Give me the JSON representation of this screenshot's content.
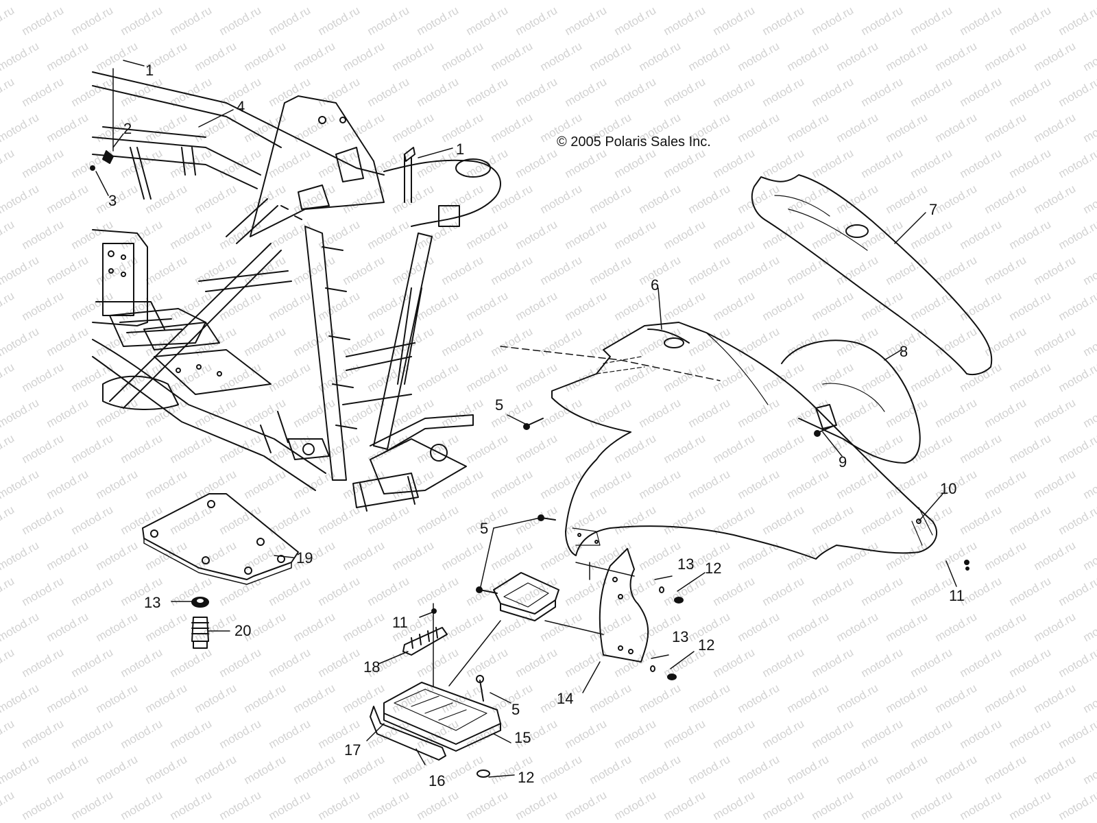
{
  "copyright": "© 2005 Polaris Sales Inc.",
  "watermark_text": "motod.ru",
  "callouts": [
    "1",
    "2",
    "3",
    "4",
    "1",
    "7",
    "6",
    "8",
    "5",
    "9",
    "10",
    "5",
    "13",
    "12",
    "11",
    "19",
    "13",
    "20",
    "11",
    "18",
    "13",
    "12",
    "14",
    "5",
    "15",
    "17",
    "12",
    "16"
  ]
}
